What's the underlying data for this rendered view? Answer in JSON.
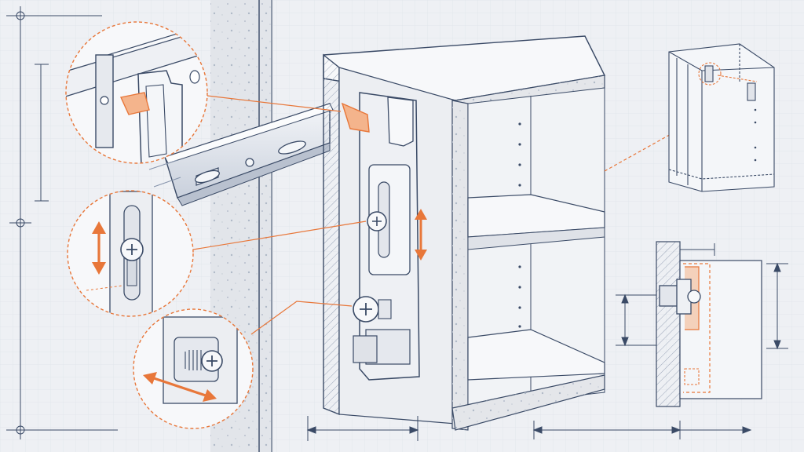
{
  "diagram": {
    "subject": "cabinet-hanging-rail-bracket-installation",
    "callouts": [
      {
        "id": "hook-engagement",
        "detail": "bracket-hook-on-rail"
      },
      {
        "id": "vertical-adjustment",
        "detail": "vertical-slot-screw"
      },
      {
        "id": "depth-adjustment",
        "detail": "horizontal-slot-screw"
      }
    ],
    "palette": {
      "background": "#eef0f4",
      "grid": "#dfe3ea",
      "ink": "#3a4a66",
      "ink_light": "#8593ab",
      "accent": "#e8773a",
      "panel": "#f7f8fa",
      "wall": "#e2e5ea"
    },
    "icons": [
      "up-down-arrow-icon",
      "left-right-arrow-icon",
      "screw-icon"
    ]
  }
}
